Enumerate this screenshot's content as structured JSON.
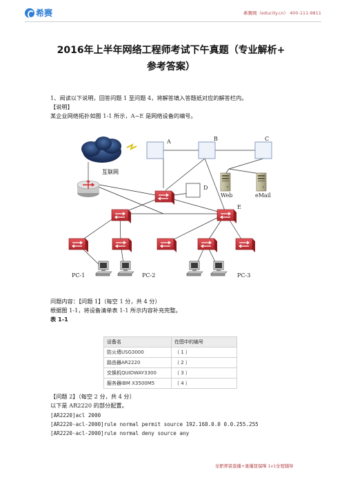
{
  "header": {
    "logo_text": "希赛",
    "contact": "希赛网（educity.cn） 400-111-9811"
  },
  "title": {
    "line1": "2016年上半年网络工程师考试下午真题（专业解析+",
    "line2": "参考答案）"
  },
  "body": {
    "intro": "1、阅读以下说明，回答问题 1 至问题 4，将解答填入答题纸对应的解答栏内。",
    "note_heading": "【说明】",
    "note_text": "某企业网络拓扑如图 1-1 所示，A~E 是网络设备的编号。"
  },
  "diagram": {
    "labels": {
      "a": "A",
      "b": "B",
      "c": "C",
      "d": "D",
      "e": "E",
      "internet": "互联网",
      "web": "Web",
      "email": "eMail",
      "pc1": "PC-1",
      "pc2": "PC-2",
      "pc3": "PC-3"
    }
  },
  "question1": {
    "heading": "问题内容：【问题 1】（每空 1 分，共 4 分）",
    "text": "根据图 1-1，将设备清单表 1-1 所示内容补充完整。",
    "table_label": "表 1-1",
    "table": {
      "headers": [
        "设备名",
        "在图中的编号"
      ],
      "rows": [
        [
          "防火墙USG3000",
          "（ 1 ）"
        ],
        [
          "路由器AR2220",
          "（ 2 ）"
        ],
        [
          "交换机QUIDWAY3300",
          "（ 3 ）"
        ],
        [
          "服务器IBM X3500M5",
          "（ 4 ）"
        ]
      ]
    }
  },
  "question2": {
    "heading": "【问题 2】（每空 2 分，共 4 分）",
    "text": "以下是 AR2220 的部分配置。",
    "code": [
      "[AR2220]acl 2000",
      "[AR2220-acl-2000]rule normal permit source 192.168.0.0 0.0.255.255",
      "[AR2220-acl-2000]rule normal deny source any"
    ]
  },
  "footer": {
    "text": "全职师资直播+录播双保障  1v1全程辅导"
  }
}
